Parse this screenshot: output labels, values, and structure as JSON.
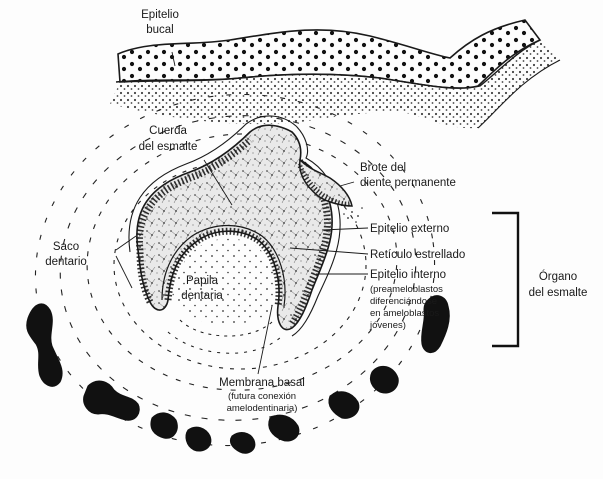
{
  "labels": {
    "epitelio_bucal": [
      "Epitelio",
      "bucal"
    ],
    "cuerda_esmalte": [
      "Cuerda",
      "del esmalte"
    ],
    "brote_diente": [
      "Brote del",
      "diente permanente"
    ],
    "epitelio_externo": "Epitelio externo",
    "reticulo_estrellado": "Retículo estrellado",
    "epitelio_interno": "Epitelio interno",
    "epitelio_interno_sub": [
      "(preameloblastos",
      "diferenciándose",
      "en ameloblastos",
      "jóvenes)"
    ],
    "saco_dentario": [
      "Saco",
      "dentario"
    ],
    "papila_dentaria": [
      "Papila",
      "dentaria"
    ],
    "membrana_basal": "Membrana basal",
    "membrana_basal_sub": [
      "(futura conexión",
      "amelodentinaria)"
    ],
    "organo_esmalte": [
      "Órgano",
      "del esmalte"
    ]
  }
}
